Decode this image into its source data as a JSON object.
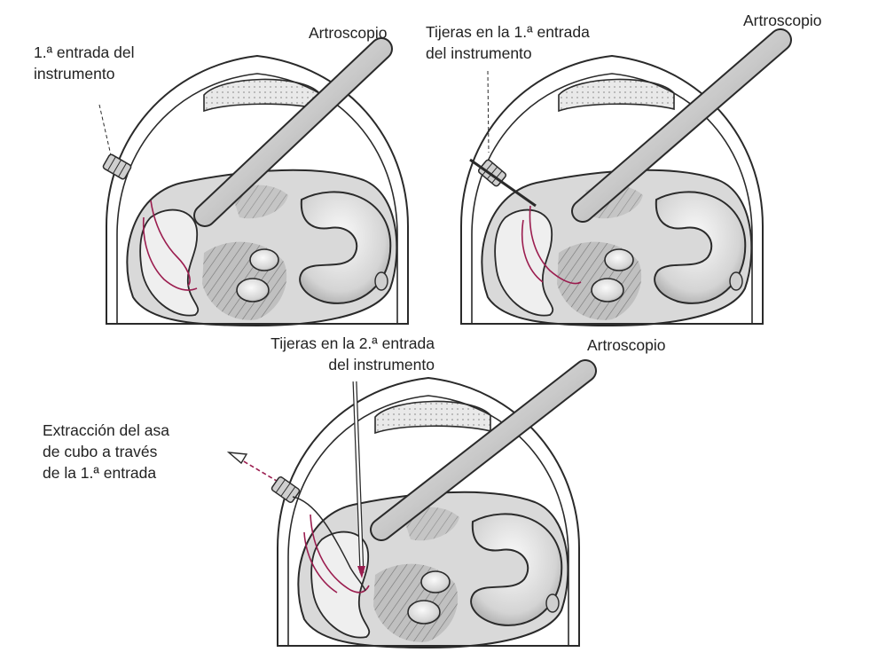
{
  "labels": {
    "panel1": {
      "instrument_entry_line1": "1.ª entrada del",
      "instrument_entry_line2": "instrumento",
      "arthroscope": "Artroscopio"
    },
    "panel2": {
      "scissors_line1": "Tijeras en la 1.ª entrada",
      "scissors_line2": "del instrumento",
      "arthroscope": "Artroscopio"
    },
    "panel3": {
      "scissors_line1": "Tijeras en la 2.ª entrada",
      "scissors_line2": "del instrumento",
      "arthroscope": "Artroscopio",
      "extraction_line1": "Extracción del asa",
      "extraction_line2": "de cubo a través",
      "extraction_line3": "de la 1.ª entrada"
    }
  },
  "colors": {
    "outline": "#2a2a2a",
    "tissue_light": "#e6e6e6",
    "tissue_mid": "#b8b8b8",
    "tissue_dark": "#5a5a5a",
    "tear_line": "#9b1d4f"
  }
}
